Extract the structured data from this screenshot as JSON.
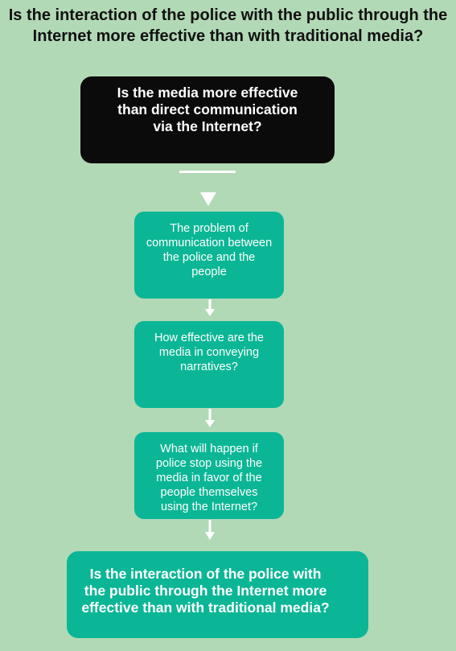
{
  "title": "Is the interaction of the police with the public through the Internet more effective than with traditional media?",
  "nodes": {
    "top": "Is the media more effective than direct communication via the Internet?",
    "step1": "The problem of communication between the police and the people",
    "step2": "How effective are the media in conveying narratives?",
    "step3": "What will happen if police stop using the media in favor of the people themselves using the Internet?",
    "bottom": "Is the interaction of the police with the public through the Internet more effective than with traditional media?"
  },
  "colors": {
    "background": "#b2d9b6",
    "top_box": "#0b0b0b",
    "step_box": "#0bb696",
    "text_light": "#ffffff",
    "title_text": "#111111"
  }
}
